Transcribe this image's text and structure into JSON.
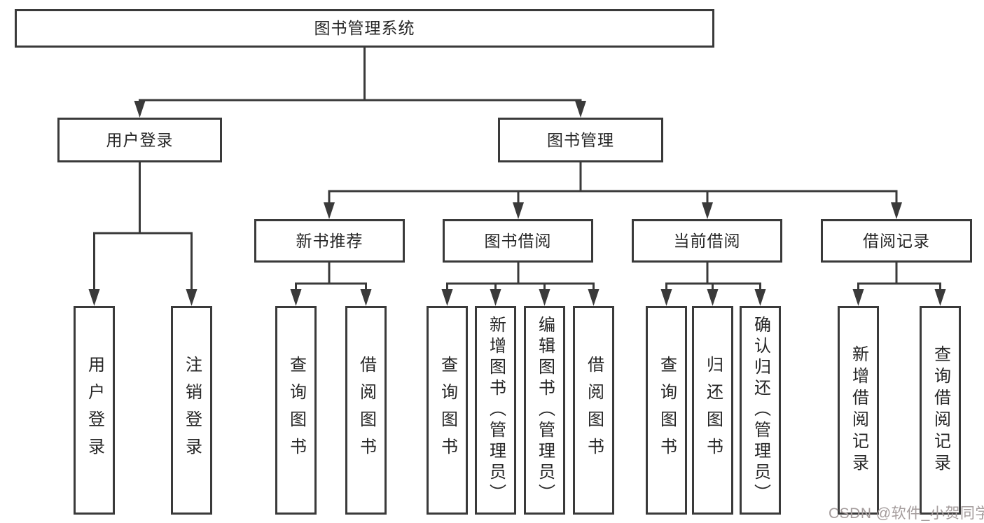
{
  "diagram": {
    "watermark": "CSDN @软件_小贺同学",
    "colors": {
      "line": "#3a3a3a",
      "box_border": "#3a3a3a",
      "text": "#262626",
      "background": "#ffffff",
      "watermark": "#a49c9c"
    },
    "nodes": {
      "root": "图书管理系统",
      "user_login": "用户登录",
      "book_management": "图书管理",
      "new_book_recommend": "新书推荐",
      "book_borrow": "图书借阅",
      "current_borrow": "当前借阅",
      "borrow_record": "借阅记录",
      "leaf_user_login": "用户登录",
      "leaf_logout": "注销登录",
      "leaf_query_book_1": "查询图书",
      "leaf_borrow_book_1": "借阅图书",
      "leaf_query_book_2": "查询图书",
      "leaf_add_book_admin": "新增图书（管理员）",
      "leaf_edit_book_admin": "编辑图书（管理员）",
      "leaf_borrow_book_2": "借阅图书",
      "leaf_query_book_3": "查询图书",
      "leaf_return_book": "归还图书",
      "leaf_confirm_return_admin": "确认归还（管理员）",
      "leaf_add_borrow_record": "新增借阅记录",
      "leaf_query_borrow_record": "查询借阅记录"
    },
    "edges_note": "root→(user_login, book_management); user_login→(leaf_user_login, leaf_logout); book_management→(new_book_recommend, book_borrow, current_borrow, borrow_record); new_book_recommend→(leaf_query_book_1, leaf_borrow_book_1); book_borrow→(leaf_query_book_2, leaf_add_book_admin, leaf_edit_book_admin, leaf_borrow_book_2); current_borrow→(leaf_query_book_3, leaf_return_book, leaf_confirm_return_admin); borrow_record→(leaf_add_borrow_record, leaf_query_borrow_record)"
  }
}
